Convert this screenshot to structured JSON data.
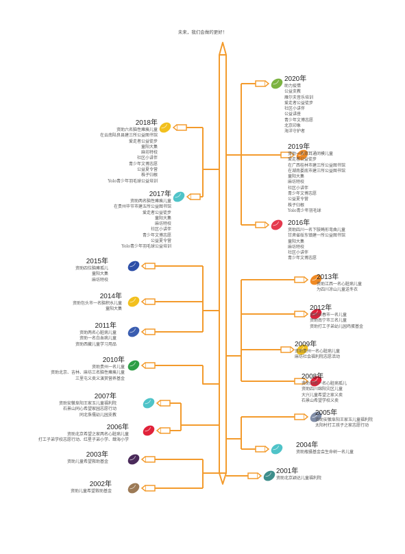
{
  "slogan": "未来，我们会做的更好！",
  "colors": {
    "line": "#F39A2B",
    "ball_2020": "#7CB342",
    "ball_2019": "#F08A24",
    "ball_2016": "#E53A4E",
    "ball_2013": "#F08A24",
    "ball_2012": "#E0223A",
    "ball_2009": "#F2C01E",
    "ball_2008": "#E0223A",
    "ball_2005": "#7F8CA6",
    "ball_2004": "#4FC3C8",
    "ball_2001": "#3E8E8B",
    "ball_2018": "#F2C01E",
    "ball_2017": "#4FC3C8",
    "ball_2015": "#2D4FA8",
    "ball_2014": "#F2C01E",
    "ball_2011": "#3A5DB0",
    "ball_2010": "#2E9E46",
    "ball_2007": "#4FC3C8",
    "ball_2006": "#E0223A",
    "ball_2003": "#4A2A5A",
    "ball_2002": "#9C7A56"
  },
  "right_entries": [
    {
      "year": "2020年",
      "items": [
        "助力疫情",
        "公益支教",
        "雁尔夫音乐培训",
        "爱走者公益徒步",
        "社区小讲伴",
        "公益讲座",
        "青少年文博志愿",
        "北京印象",
        "海洋守护者"
      ]
    },
    {
      "year": "2019年",
      "items": [
        "资助一名双耳通闭模儿童",
        "爱走者公益徒步",
        "在广西桂林市建三所公益图书馆",
        "在湖南娄底市建三所公益图书馆",
        "童阳大集",
        "麻坊特校",
        "社区小讲伴",
        "青少年文博志愿",
        "公益夏令营",
        "株子归根",
        "Yolo青少年羽毛球"
      ]
    },
    {
      "year": "2016年",
      "items": [
        "资助四川一名下肢畸形弯曲儿童",
        "甘肃省绥东镇建一所公益图书馆",
        "童阳大集",
        "麻坊特校",
        "社区小讲伴",
        "青少年文博志愿"
      ]
    },
    {
      "year": "2013年",
      "items": [
        "资助江西一名心脏病儿童",
        "为四川凉山儿童送冬衣"
      ]
    },
    {
      "year": "2012年",
      "items": [
        "资助长春市一名儿童",
        "资助南宁市三名儿童",
        "资助打工子弟幼儿园鸡蛋基金"
      ]
    },
    {
      "year": "2009年",
      "items": [
        "资助贵州一名心脏病儿童",
        "麻坊社会福利院志愿活动"
      ]
    },
    {
      "year": "2008年",
      "items": [
        "资助河南一名心脏病孤儿",
        "资助四川绵阳灾区儿童",
        "大兴儿童希望之家义卖",
        "石景山希望学校义卖"
      ]
    },
    {
      "year": "2005年",
      "items": [
        "资助安徽阜阳王家玉儿童福利院",
        "太阳村打工孩子之家志愿行动"
      ]
    },
    {
      "year": "2004年",
      "items": [
        "资助瓶骚基金会生命树一名儿童"
      ]
    },
    {
      "year": "2001年",
      "items": [
        "资助北京颖达儿童福利院"
      ]
    }
  ],
  "left_entries": [
    {
      "year": "2018年",
      "items": [
        "资助六名脑性瘫痪儿童",
        "在云南陆良县建三所公益图书馆",
        "爱走者公益徒步",
        "童阳大集",
        "麻坊特校",
        "社区小讲伴",
        "青少年文博志愿",
        "公益夏令营",
        "株子归根",
        "Yolo青少年羽毛球公益培训"
      ]
    },
    {
      "year": "2017年",
      "items": [
        "资助两名脑性瘫痪儿童",
        "在贵州毕节市建五所公益图书馆",
        "爱走者公益徒步",
        "童阳大集",
        "麻坊特校",
        "社区小讲伴",
        "青少年文博志愿",
        "公益夏令营",
        "Yolo青少年羽毛球公益培训"
      ]
    },
    {
      "year": "2015年",
      "items": [
        "资助四位脑瘫孤儿",
        "童阳大集",
        "麻坊特校"
      ]
    },
    {
      "year": "2014年",
      "items": [
        "资助包头市一名脑积水儿童",
        "童阳大集"
      ]
    },
    {
      "year": "2011年",
      "items": [
        "资助两名心脏病儿童",
        "资助一名白血病儿童",
        "资助西藏儿童学习用品"
      ]
    },
    {
      "year": "2010年",
      "items": [
        "资助贵州一名儿童",
        "资助北京、吉林、麻坊三名脑性瘫痪儿童",
        "三里屯义卖义演赏营养基金"
      ]
    },
    {
      "year": "2007年",
      "items": [
        "资助安徽阜阳王家玉儿童福利院",
        "石景山同心希望家园志愿行动",
        "同北侏儒幼儿园支教"
      ]
    },
    {
      "year": "2006年",
      "items": [
        "资助北京希望之家两名心脏病儿童",
        "打工子弟学校志愿行动、红星子弟小学、肆海小学"
      ]
    },
    {
      "year": "2003年",
      "items": [
        "资助儿童希望救助基金"
      ]
    },
    {
      "year": "2002年",
      "items": [
        "资助儿童希望救助基金"
      ]
    }
  ]
}
